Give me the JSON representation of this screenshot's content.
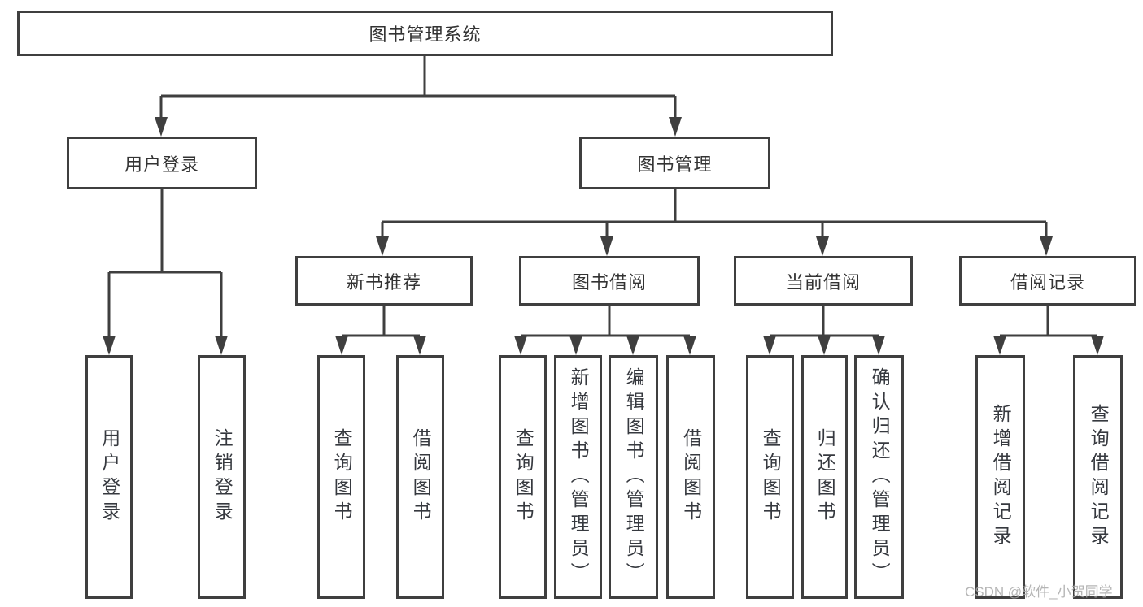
{
  "colors": {
    "line": "#3f3f3f",
    "box_border": "#3f3f3f",
    "box_fill": "#ffffff",
    "text": "#333333",
    "background": "#ffffff",
    "watermark": "#a8a8a8"
  },
  "watermark": {
    "text": "CSDN @软件_小贺同学"
  },
  "tree": {
    "label": "图书管理系统",
    "children": [
      {
        "label": "用户登录",
        "children": [
          {
            "label": "用户登录"
          },
          {
            "label": "注销登录"
          }
        ]
      },
      {
        "label": "图书管理",
        "children": [
          {
            "label": "新书推荐",
            "children": [
              {
                "label": "查询图书"
              },
              {
                "label": "借阅图书"
              }
            ]
          },
          {
            "label": "图书借阅",
            "children": [
              {
                "label": "查询图书"
              },
              {
                "label": "新增图书（管理员）"
              },
              {
                "label": "编辑图书（管理员）"
              },
              {
                "label": "借阅图书"
              }
            ]
          },
          {
            "label": "当前借阅",
            "children": [
              {
                "label": "查询图书"
              },
              {
                "label": "归还图书"
              },
              {
                "label": "确认归还（管理员）"
              }
            ]
          },
          {
            "label": "借阅记录",
            "children": [
              {
                "label": "新增借阅记录"
              },
              {
                "label": "查询借阅记录"
              }
            ]
          }
        ]
      }
    ]
  }
}
